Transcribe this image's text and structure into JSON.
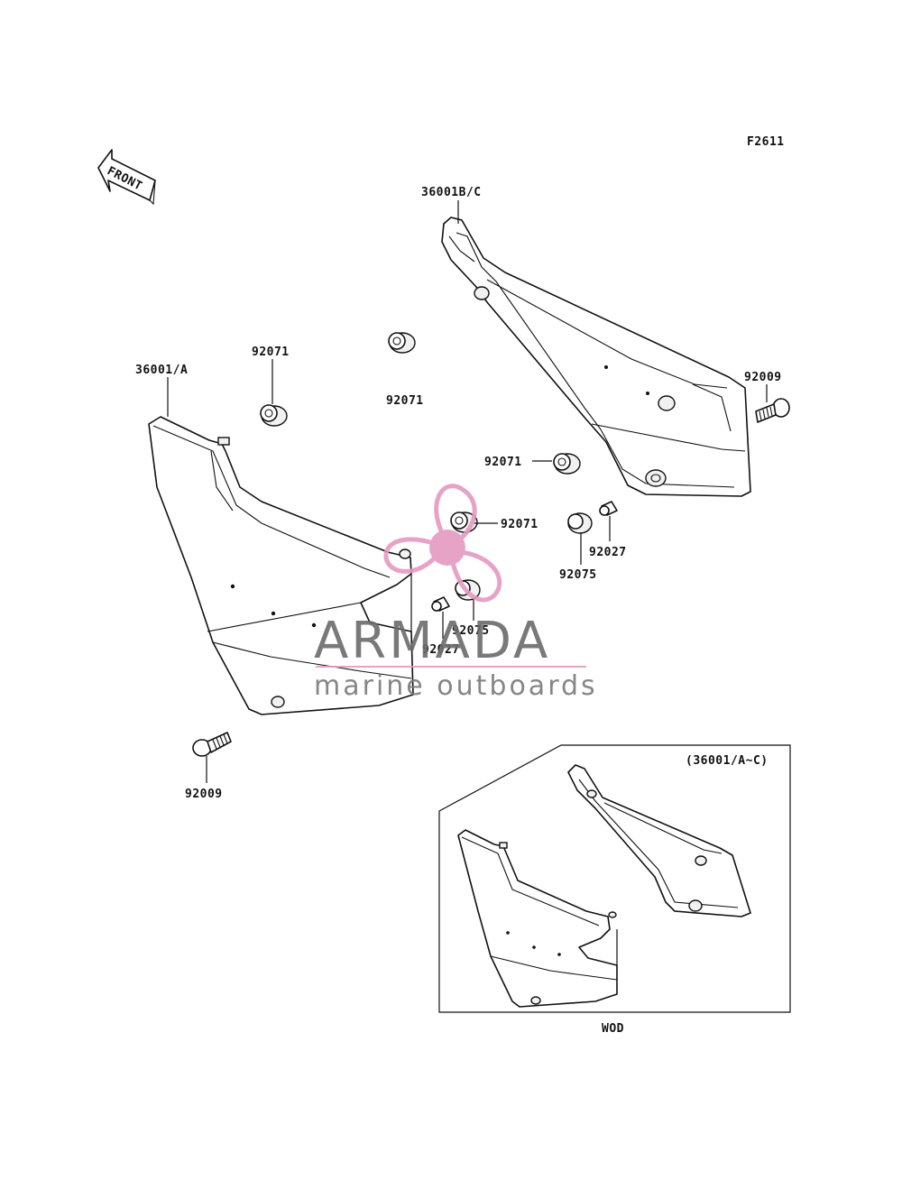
{
  "figure_code": "F2611",
  "front_label": "FRONT",
  "part_labels": {
    "right_cover": "36001B/C",
    "left_cover": "36001/A",
    "grommet_a": "92071",
    "grommet_b": "92071",
    "grommet_c": "92071",
    "grommet_d": "92071",
    "bolt_right": "92009",
    "bolt_left": "92009",
    "collar_right": "92027",
    "collar_left": "92027",
    "damper_right": "92075",
    "damper_left": "92075"
  },
  "inset": {
    "label": "(36001/A~C)",
    "caption": "WOD"
  },
  "watermark": {
    "brand": "ARMADA",
    "tagline": "marine outboards",
    "colors": {
      "propeller": "#e59ac0",
      "text": "#6b6b6b",
      "rule": "#e59ac0"
    }
  }
}
